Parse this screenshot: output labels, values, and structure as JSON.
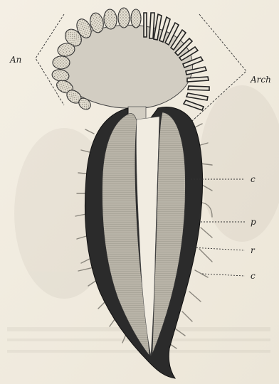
{
  "figure": {
    "labels": {
      "an": "An",
      "arch": "Arch",
      "c_top": "c",
      "p": "p",
      "r": "r",
      "c_bottom": "c"
    }
  }
}
